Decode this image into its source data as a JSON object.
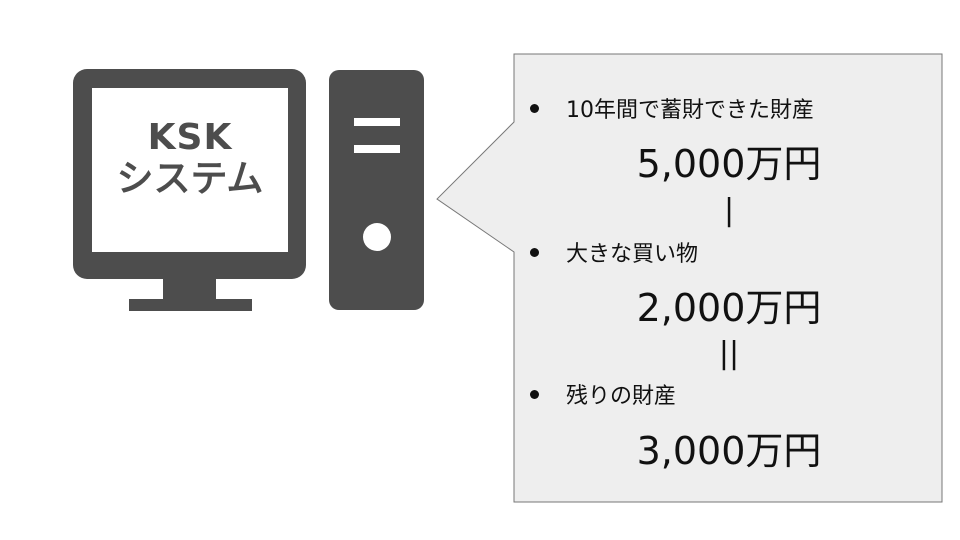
{
  "computer_label": {
    "line1": "KSK",
    "line2": "システム"
  },
  "breakdown": [
    {
      "label": "10年間で蓄財できた財産",
      "amount": "5,000万円"
    },
    {
      "label": "大きな買い物",
      "amount": "2,000万円"
    },
    {
      "label": "残りの財産",
      "amount": "3,000万円"
    }
  ],
  "operators": {
    "minus": "|",
    "equals": "||"
  },
  "colors": {
    "computer": "#4d4d4d",
    "bubble_fill": "#eeeeee",
    "bubble_border": "#777777",
    "text": "#111111"
  },
  "icons": {
    "computer": "desktop-computer-icon"
  }
}
